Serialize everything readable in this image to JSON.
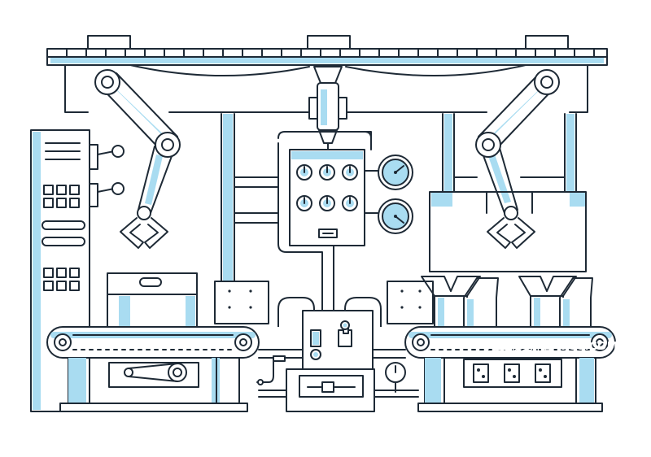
{
  "colors": {
    "stroke": "#1e2a36",
    "accent": "#a9dcf1",
    "background": "#ffffff"
  },
  "scene": {
    "subject": "automated assembly line with robot arms, conveyor belts and control panel"
  },
  "watermark": {
    "logo": "VCG",
    "text": "视觉中国 VCG.COM 图片来源"
  }
}
